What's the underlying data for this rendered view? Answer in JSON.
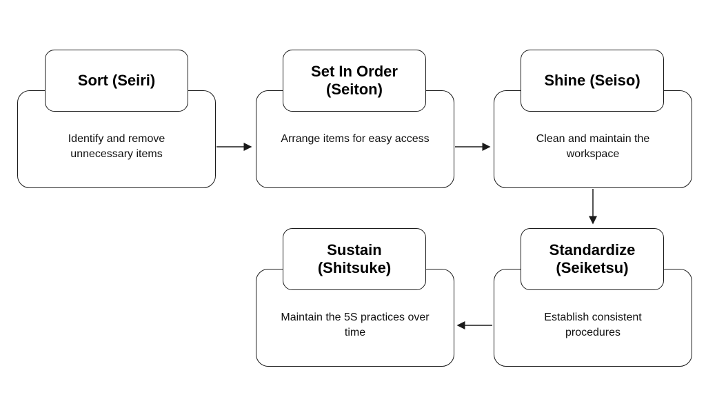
{
  "steps": [
    {
      "title": "Sort (Seiri)",
      "description": "Identify and remove unnecessary items"
    },
    {
      "title": "Set In Order\n(Seiton)",
      "description": "Arrange items for easy access"
    },
    {
      "title": "Shine (Seiso)",
      "description": "Clean and maintain the workspace"
    },
    {
      "title": "Standardize\n(Seiketsu)",
      "description": "Establish consistent procedures"
    },
    {
      "title": "Sustain\n(Shitsuke)",
      "description": "Maintain the 5S practices over time"
    }
  ],
  "colors": {
    "stroke": "#1a1a1a",
    "background": "#ffffff"
  }
}
